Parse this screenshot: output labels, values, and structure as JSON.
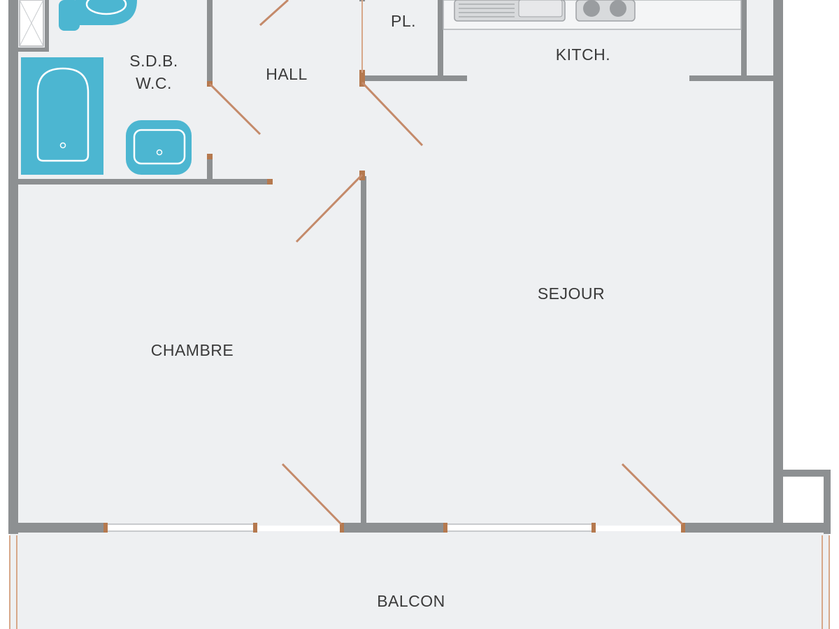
{
  "rooms": {
    "bathroom_line1": "S.D.B.",
    "bathroom_line2": "W.C.",
    "hall": "HALL",
    "closet": "PL.",
    "kitchen": "KITCH.",
    "living": "SEJOUR",
    "bedroom": "CHAMBRE",
    "balcony": "BALCON"
  },
  "colors": {
    "wall": "#8d9092",
    "floor": "#eef0f2",
    "door": "#c48a6a",
    "fixture": "#4cb6d1"
  },
  "icons": [
    "washbasin-icon",
    "bathtub-icon",
    "toilet-icon",
    "stove-icon",
    "sink-icon"
  ]
}
